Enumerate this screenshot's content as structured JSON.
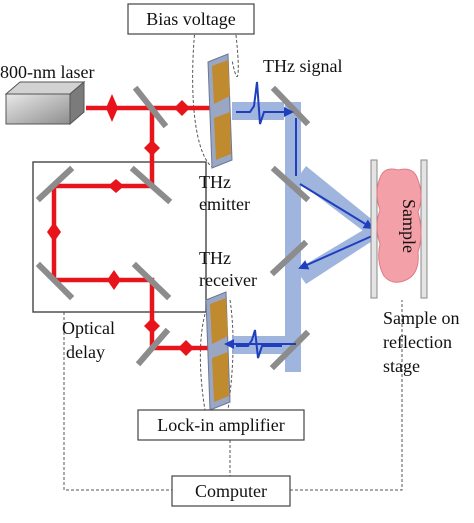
{
  "labels": {
    "laser": "800-nm laser",
    "bias_voltage": "Bias voltage",
    "thz_signal": "THz signal",
    "emitter_line1": "THz",
    "emitter_line2": "emitter",
    "receiver_line1": "THz",
    "receiver_line2": "receiver",
    "optical_delay_line1": "Optical",
    "optical_delay_line2": "delay",
    "sample": "Sample",
    "sample_stage_line1": "Sample on",
    "sample_stage_line2": "reflection",
    "sample_stage_line3": "stage",
    "lock_in": "Lock-in amplifier",
    "computer": "Computer"
  },
  "colors": {
    "laser_beam": "#e8141c",
    "thz_beam": "#8fa9d9",
    "thz_arrow": "#1f3fbf",
    "antenna_gold": "#c08a2e",
    "antenna_plate": "#9aa7c4",
    "mirror": "#8c8c8c",
    "sample_fill": "#f4a0a8",
    "box_stroke": "#444444"
  }
}
